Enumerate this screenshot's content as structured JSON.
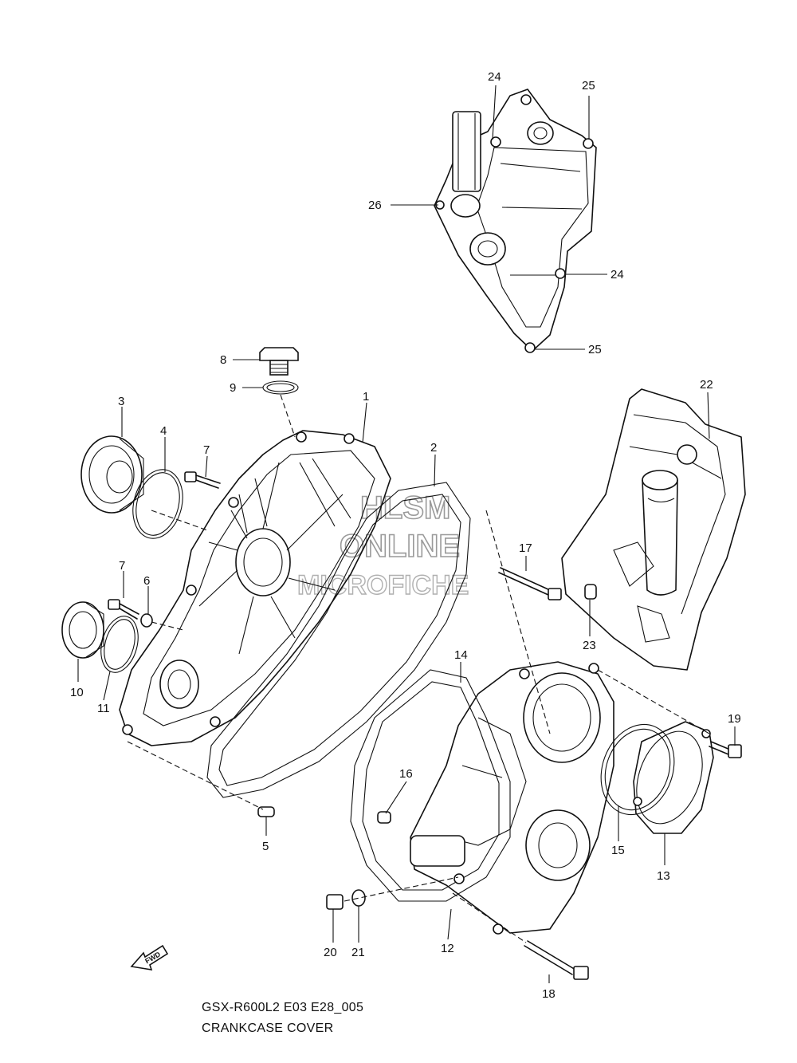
{
  "diagram": {
    "model_code": "GSX-R600L2 E03 E28_005",
    "title": "CRANKCASE COVER",
    "watermark": [
      "HLSM",
      "ONLINE",
      "MICROFICHE"
    ],
    "direction_marker": "FWD",
    "callouts": [
      "1",
      "2",
      "3",
      "4",
      "5",
      "6",
      "7",
      "7",
      "8",
      "9",
      "10",
      "11",
      "12",
      "13",
      "14",
      "15",
      "16",
      "17",
      "18",
      "19",
      "20",
      "21",
      "22",
      "23",
      "24",
      "24",
      "25",
      "25",
      "26"
    ]
  }
}
